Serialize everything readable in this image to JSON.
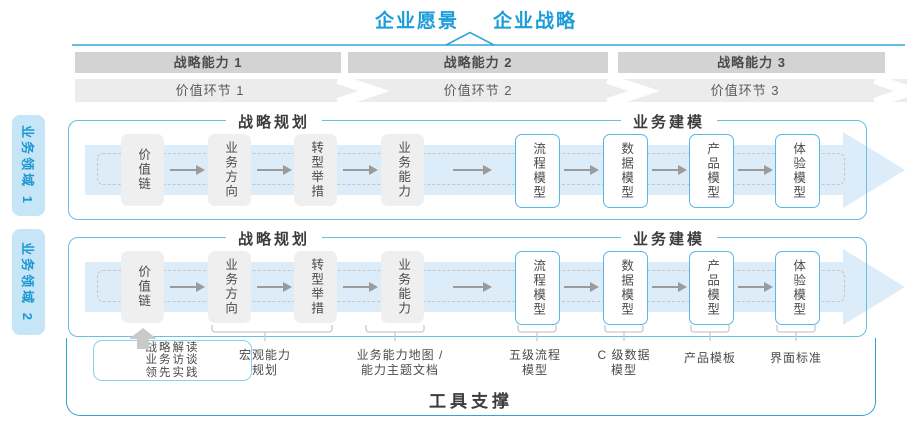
{
  "header": {
    "vision_label": "企业愿景",
    "strategy_label": "企业战略"
  },
  "capability_bands": {
    "items": [
      {
        "label": "战略能力 1"
      },
      {
        "label": "战略能力 2"
      },
      {
        "label": "战略能力 3"
      }
    ]
  },
  "value_bands": {
    "items": [
      {
        "label": "价值环节 1"
      },
      {
        "label": "价值环节 2"
      },
      {
        "label": "价值环节 3"
      }
    ]
  },
  "domains": {
    "rows": [
      {
        "side_label": "业务领域 1",
        "planning_title": "战略规划",
        "modeling_title": "业务建模",
        "boxes": [
          {
            "label": "价值链",
            "style": "gray"
          },
          {
            "label": "业务方向",
            "style": "gray"
          },
          {
            "label": "转型举措",
            "style": "gray"
          },
          {
            "label": "业务能力",
            "style": "gray"
          },
          {
            "label": "流程模型",
            "style": "blue"
          },
          {
            "label": "数据模型",
            "style": "blue"
          },
          {
            "label": "产品模型",
            "style": "blue"
          },
          {
            "label": "体验模型",
            "style": "blue"
          }
        ]
      },
      {
        "side_label": "业务领域 2",
        "planning_title": "战略规划",
        "modeling_title": "业务建模",
        "boxes": [
          {
            "label": "价值链",
            "style": "gray"
          },
          {
            "label": "业务方向",
            "style": "gray"
          },
          {
            "label": "转型举措",
            "style": "gray"
          },
          {
            "label": "业务能力",
            "style": "gray"
          },
          {
            "label": "流程模型",
            "style": "blue"
          },
          {
            "label": "数据模型",
            "style": "blue"
          },
          {
            "label": "产品模型",
            "style": "blue"
          },
          {
            "label": "体验模型",
            "style": "blue"
          }
        ]
      }
    ]
  },
  "annotations": {
    "practice_box": {
      "line1": "战略解读",
      "line2": "业务访谈",
      "line3": "领先实践"
    },
    "items": [
      {
        "line1": "宏观能力",
        "line2": "规划"
      },
      {
        "line1": "业务能力地图 /",
        "line2": "能力主题文档"
      },
      {
        "line1": "五级流程",
        "line2": "模型"
      },
      {
        "line1": "C 级数据",
        "line2": "模型"
      },
      {
        "line1": "产品模板"
      },
      {
        "line1": "界面标准"
      }
    ]
  },
  "footer": {
    "tool_label": "工具支撑"
  },
  "colors": {
    "accent_blue": "#1b9dd9",
    "line_blue": "#2ea7db",
    "frame_border": "#66bfe6",
    "tool_border": "#2da3d6",
    "side_label_bg": "#c6e6f7",
    "side_label_text": "#1d96d2",
    "band_dark": "#d3d3d3",
    "band_light": "#ececec",
    "box_gray": "#efefef",
    "box_blue_border": "#58b8e5",
    "flow_arrow_fill": "#dcecf8",
    "connector_gray": "#9b9b9b",
    "brace_gray": "#c9c9c9"
  }
}
